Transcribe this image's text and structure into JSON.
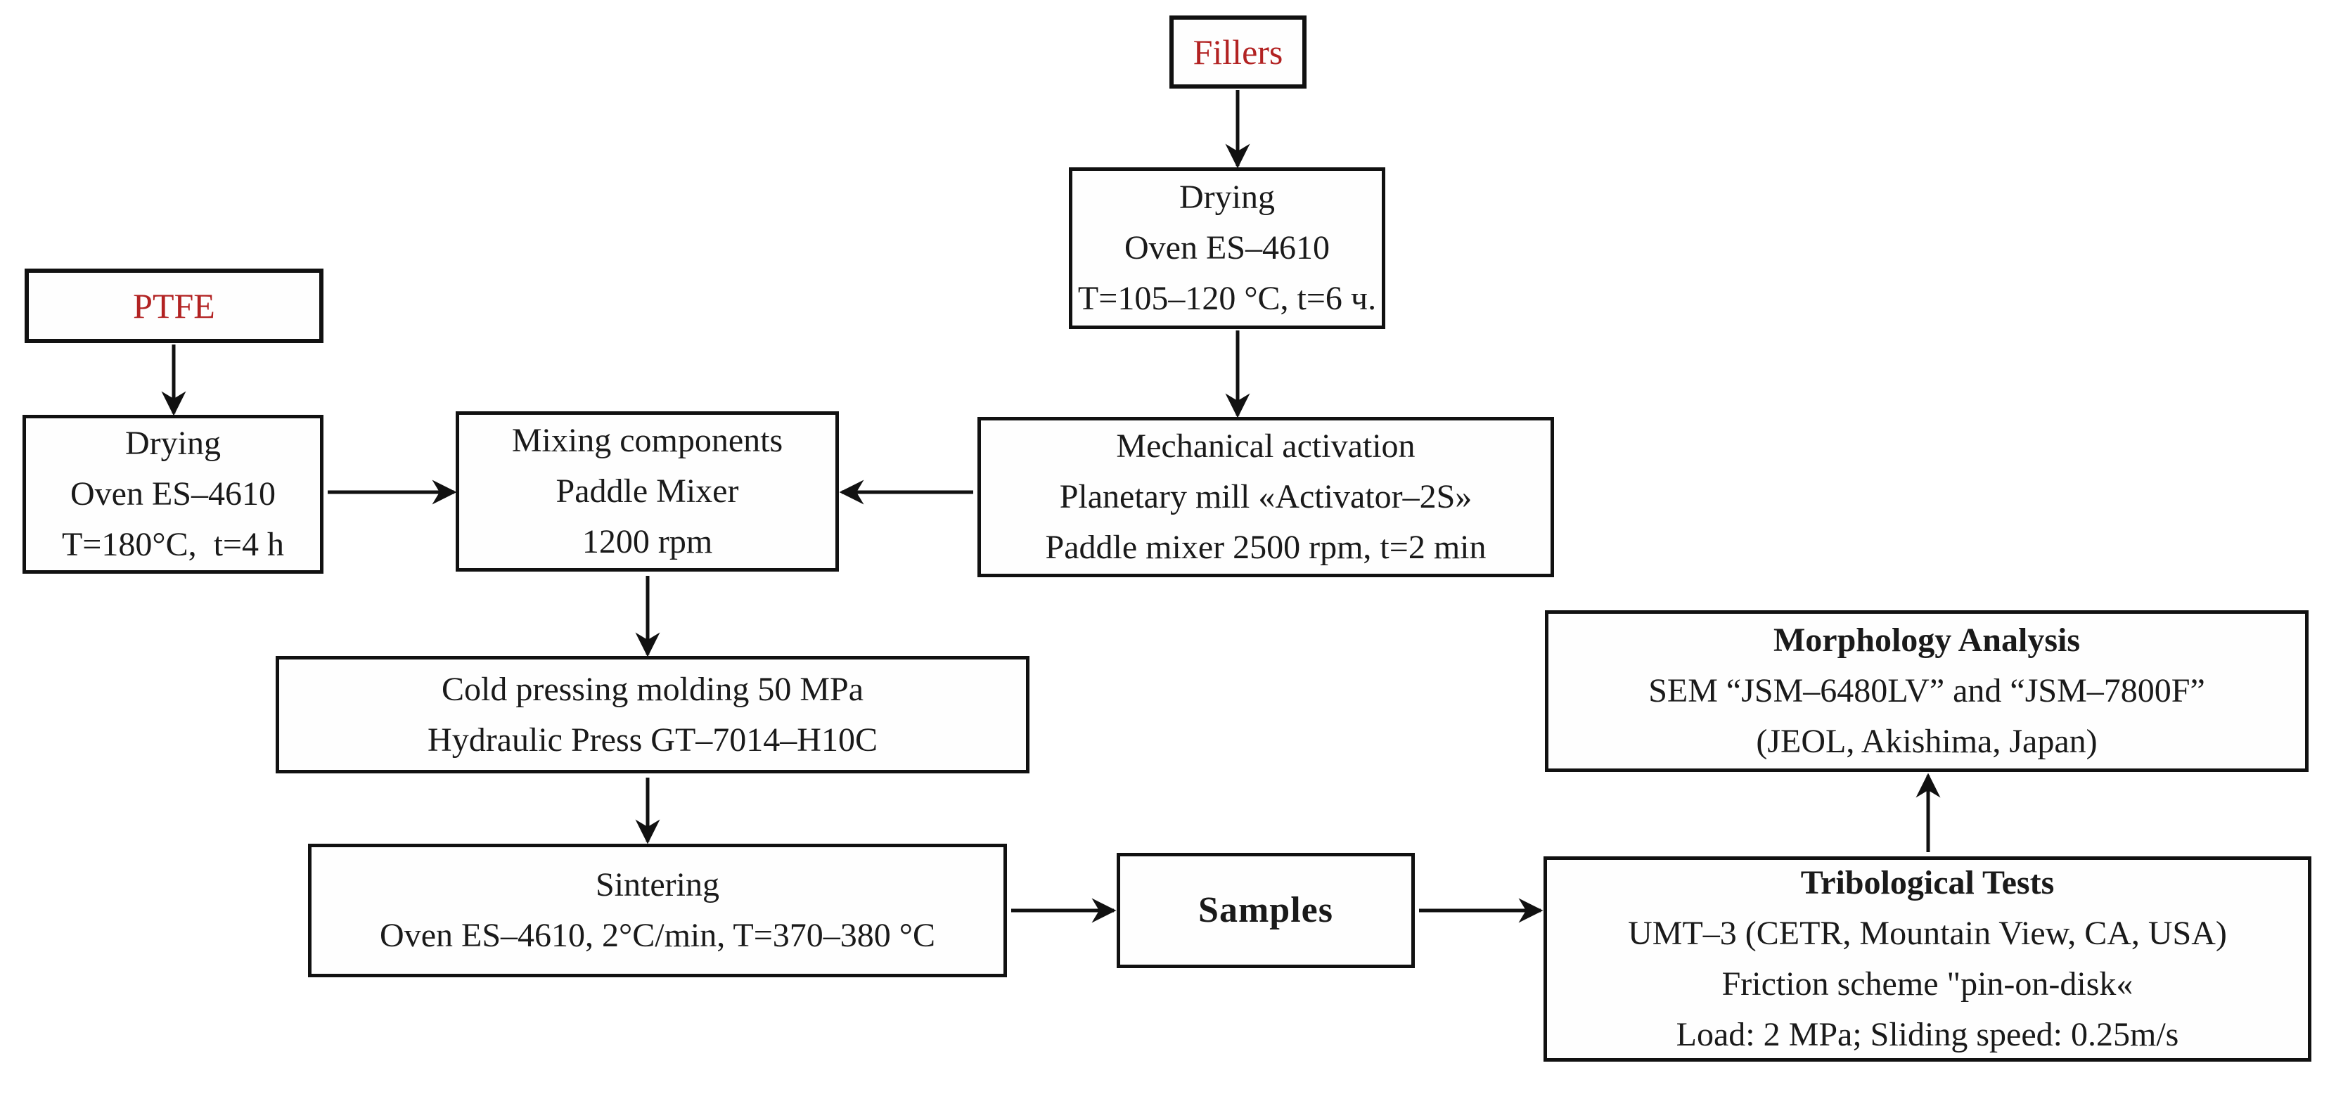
{
  "figure": {
    "description": "Flowchart of PTFE composite sample preparation and testing",
    "background": "#FFFFFF"
  },
  "colors": {
    "box_border": "#111111",
    "box_fill": "#FEFEFE",
    "text": "#1A1A1A",
    "material_highlight_red": "#B22222",
    "arrow": "#111111"
  },
  "nodes": {
    "fillers": {
      "label": "Fillers"
    },
    "fillers_drying": {
      "lines": [
        "Drying",
        "Oven ES–4610",
        "T=105–120 °C, t=6 ч."
      ]
    },
    "ptfe": {
      "label": "PTFE"
    },
    "ptfe_drying": {
      "lines": [
        "Drying",
        "Oven ES–4610",
        "T=180°C,  t=4 h"
      ]
    },
    "mixing": {
      "lines": [
        "Mixing components",
        "Paddle Mixer",
        "1200 rpm"
      ]
    },
    "mechanical_activation": {
      "lines": [
        "Mechanical activation",
        "Planetary mill «Activator–2S»",
        "Paddle mixer 2500 rpm, t=2 min"
      ]
    },
    "cold_pressing": {
      "lines": [
        "Cold pressing molding 50 MPa",
        "Hydraulic Press GT–7014–H10C"
      ]
    },
    "sintering": {
      "lines": [
        "Sintering",
        "Oven ES–4610, 2°C/min, T=370–380 °C"
      ]
    },
    "samples": {
      "label": "Samples"
    },
    "morphology": {
      "title": "Morphology Analysis",
      "lines": [
        "SEM “JSM–6480LV” and “JSM–7800F”",
        "(JEOL, Akishima, Japan)"
      ]
    },
    "tribological": {
      "title": "Tribological Tests",
      "lines": [
        "UMT–3 (CETR, Mountain View, CA, USA)",
        "Friction scheme \"pin-on-disk«",
        "Load: 2 MPa; Sliding speed: 0.25m/s"
      ]
    }
  }
}
